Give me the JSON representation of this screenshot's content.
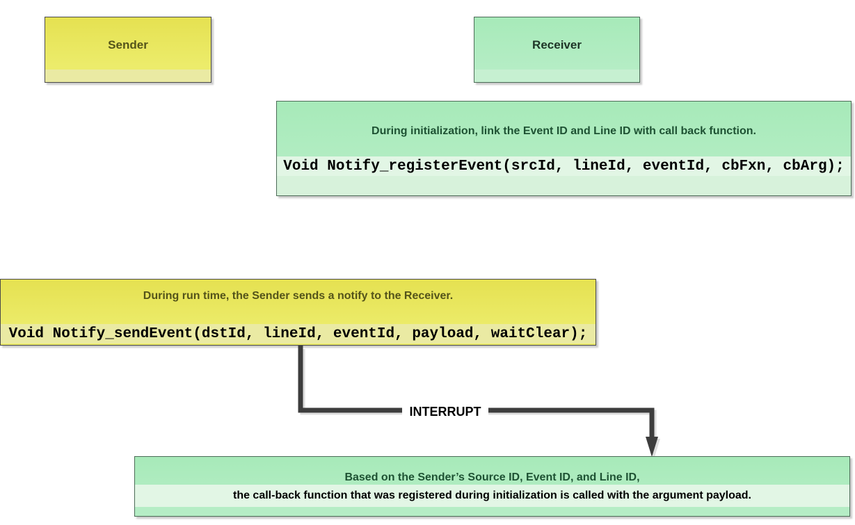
{
  "colors": {
    "yellow-top": "#e5e151",
    "yellow-mid": "#ecec6b",
    "yellow-band": "#eaeaa3",
    "green-top": "#a7eab9",
    "green-mid": "#b5edc5",
    "green-band-small": "#c6f0d1",
    "green-code-band": "#e2f6e5",
    "green-below": "#d7f2db",
    "olive-text": "#54541a",
    "dark-green-text": "#1e5233",
    "code-text": "#000000",
    "arrow-color": "#3d3d3d",
    "border-yellow": "#4a4a4a",
    "border-green": "#4c6b57"
  },
  "boxes": {
    "sender": {
      "label": "Sender"
    },
    "receiver": {
      "label": "Receiver"
    },
    "register": {
      "description": "During initialization, link the Event ID and Line ID with call back function.",
      "code": "Void Notify_registerEvent(srcId, lineId, eventId, cbFxn, cbArg);"
    },
    "send": {
      "description": "During run time, the Sender sends a notify to the Receiver.",
      "code": "Void Notify_sendEvent(dstId, lineId, eventId, payload, waitClear);"
    },
    "callback": {
      "line1": "Based on the Sender’s Source ID, Event ID, and Line ID,",
      "line2": "the call-back function that was registered during initialization is called with the argument payload."
    }
  },
  "arrow": {
    "label": "INTERRUPT"
  }
}
